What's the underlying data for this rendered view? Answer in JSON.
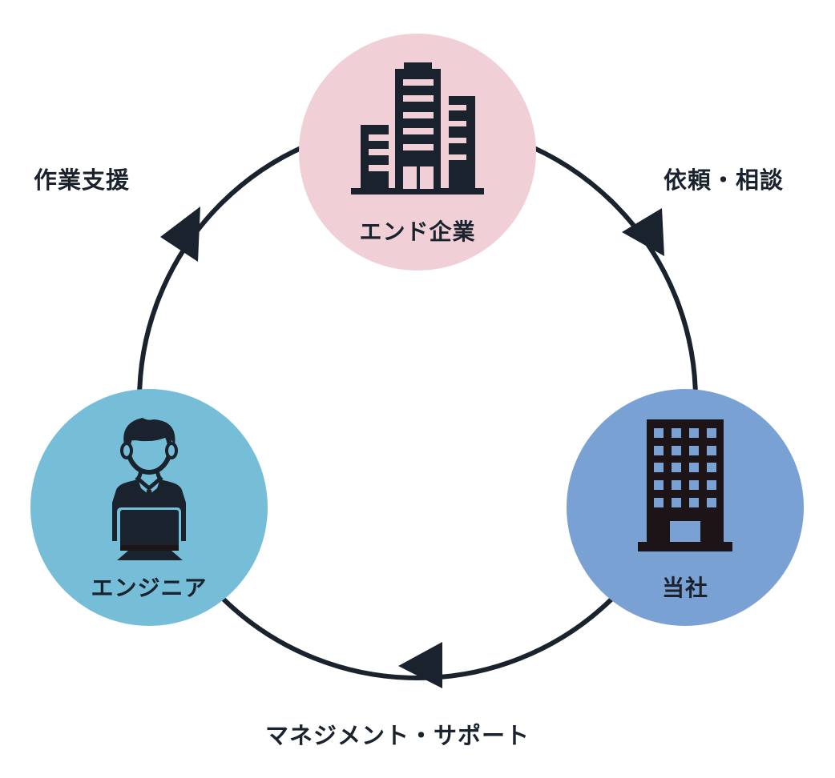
{
  "diagram": {
    "type": "cycle",
    "colors": {
      "line": "#1a232d",
      "icon": "#1a232d",
      "icon_dark": "#1c1416",
      "end_company": "#f0d0d6",
      "engineer": "#76bed8",
      "our_company": "#7aa1d4"
    },
    "nodes": [
      {
        "id": "end_company",
        "label": "エンド企業",
        "icon": "office-buildings-icon"
      },
      {
        "id": "our_company",
        "label": "当社",
        "icon": "office-building-icon"
      },
      {
        "id": "engineer",
        "label": "エンジニア",
        "icon": "engineer-laptop-icon"
      }
    ],
    "edges": [
      {
        "from": "end_company",
        "to": "our_company",
        "label": "依頼・相談"
      },
      {
        "from": "our_company",
        "to": "engineer",
        "label": "マネジメント・サポート"
      },
      {
        "from": "engineer",
        "to": "end_company",
        "label": "作業支援"
      }
    ]
  }
}
